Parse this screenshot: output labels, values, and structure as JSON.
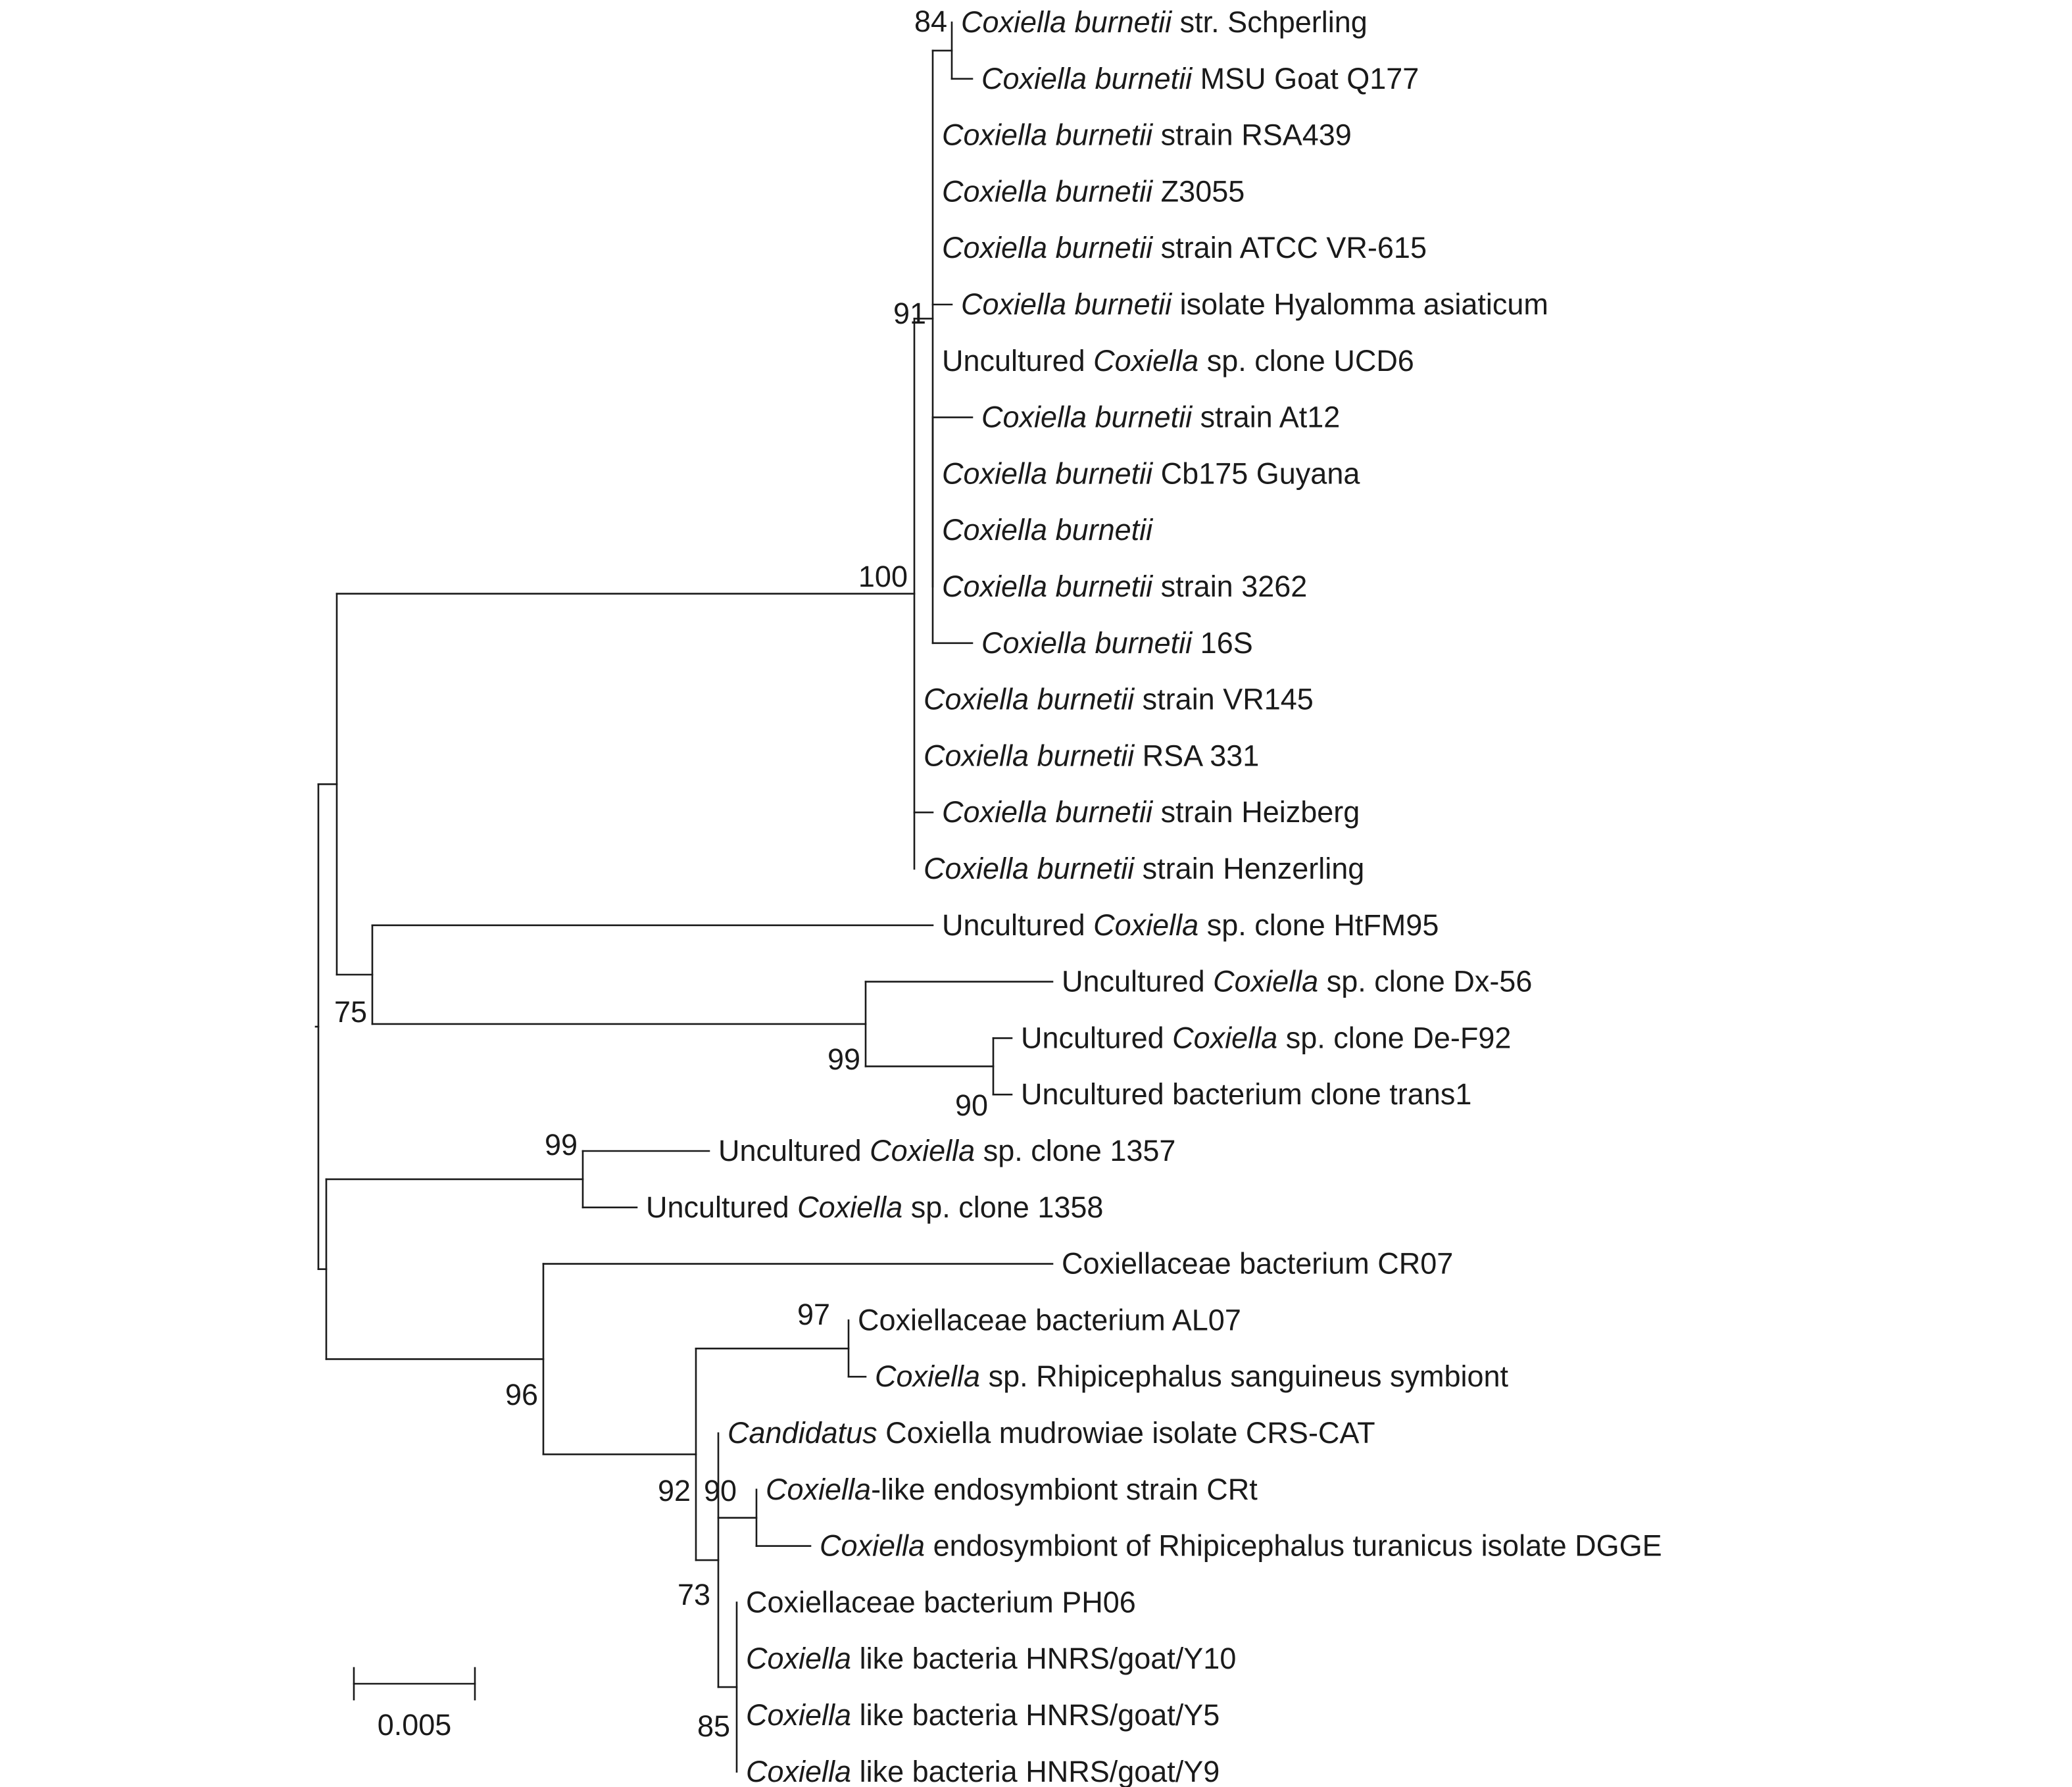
{
  "tree": {
    "leaves": [
      {
        "id": "L1",
        "parts": [
          {
            "t": "Coxiella burnetii",
            "i": true
          },
          {
            "t": " str. Schperling",
            "i": false
          }
        ]
      },
      {
        "id": "L2",
        "parts": [
          {
            "t": "Coxiella burnetii",
            "i": true
          },
          {
            "t": " MSU Goat Q177",
            "i": false
          }
        ]
      },
      {
        "id": "L3",
        "parts": [
          {
            "t": "Coxiella burnetii",
            "i": true
          },
          {
            "t": " strain RSA439",
            "i": false
          }
        ]
      },
      {
        "id": "L4",
        "parts": [
          {
            "t": "Coxiella burnetii",
            "i": true
          },
          {
            "t": " Z3055",
            "i": false
          }
        ]
      },
      {
        "id": "L5",
        "parts": [
          {
            "t": "Coxiella burnetii",
            "i": true
          },
          {
            "t": " strain ATCC VR-615",
            "i": false
          }
        ]
      },
      {
        "id": "L6",
        "parts": [
          {
            "t": "Coxiella burnetii",
            "i": true
          },
          {
            "t": " isolate Hyalomma asiaticum",
            "i": false
          }
        ]
      },
      {
        "id": "L7",
        "parts": [
          {
            "t": "Uncultured ",
            "i": false
          },
          {
            "t": "Coxiella",
            "i": true
          },
          {
            "t": " sp. clone UCD6",
            "i": false
          }
        ]
      },
      {
        "id": "L8",
        "parts": [
          {
            "t": "Coxiella burnetii",
            "i": true
          },
          {
            "t": " strain At12",
            "i": false
          }
        ]
      },
      {
        "id": "L9",
        "parts": [
          {
            "t": "Coxiella burnetii",
            "i": true
          },
          {
            "t": " Cb175 Guyana",
            "i": false
          }
        ]
      },
      {
        "id": "L10",
        "parts": [
          {
            "t": "Coxiella burnetii",
            "i": true
          }
        ]
      },
      {
        "id": "L11",
        "parts": [
          {
            "t": "Coxiella burnetii",
            "i": true
          },
          {
            "t": " strain 3262",
            "i": false
          }
        ]
      },
      {
        "id": "L12",
        "parts": [
          {
            "t": "Coxiella burnetii",
            "i": true
          },
          {
            "t": " 16S",
            "i": false
          }
        ]
      },
      {
        "id": "L13",
        "parts": [
          {
            "t": "Coxiella burnetii",
            "i": true
          },
          {
            "t": " strain VR145",
            "i": false
          }
        ]
      },
      {
        "id": "L14",
        "parts": [
          {
            "t": "Coxiella burnetii",
            "i": true
          },
          {
            "t": " RSA 331",
            "i": false
          }
        ]
      },
      {
        "id": "L15",
        "parts": [
          {
            "t": "Coxiella burnetii",
            "i": true
          },
          {
            "t": " strain Heizberg",
            "i": false
          }
        ]
      },
      {
        "id": "L16",
        "parts": [
          {
            "t": "Coxiella burnetii",
            "i": true
          },
          {
            "t": " strain Henzerling",
            "i": false
          }
        ]
      },
      {
        "id": "L17",
        "parts": [
          {
            "t": "Uncultured ",
            "i": false
          },
          {
            "t": "Coxiella",
            "i": true
          },
          {
            "t": " sp. clone HtFM95",
            "i": false
          }
        ]
      },
      {
        "id": "L18",
        "parts": [
          {
            "t": "Uncultured ",
            "i": false
          },
          {
            "t": "Coxiella",
            "i": true
          },
          {
            "t": " sp. clone Dx-56",
            "i": false
          }
        ]
      },
      {
        "id": "L19",
        "parts": [
          {
            "t": "Uncultured ",
            "i": false
          },
          {
            "t": "Coxiella",
            "i": true
          },
          {
            "t": " sp. clone De-F92",
            "i": false
          }
        ]
      },
      {
        "id": "L20",
        "parts": [
          {
            "t": "Uncultured bacterium clone trans1",
            "i": false
          }
        ]
      },
      {
        "id": "L21",
        "parts": [
          {
            "t": "Uncultured ",
            "i": false
          },
          {
            "t": "Coxiella",
            "i": true
          },
          {
            "t": " sp. clone 1357",
            "i": false
          }
        ]
      },
      {
        "id": "L22",
        "parts": [
          {
            "t": "Uncultured ",
            "i": false
          },
          {
            "t": "Coxiella",
            "i": true
          },
          {
            "t": " sp. clone 1358",
            "i": false
          }
        ]
      },
      {
        "id": "L23",
        "parts": [
          {
            "t": "Coxiellaceae bacterium CR07",
            "i": false
          }
        ]
      },
      {
        "id": "L24",
        "parts": [
          {
            "t": "Coxiellaceae bacterium AL07",
            "i": false
          }
        ]
      },
      {
        "id": "L25",
        "parts": [
          {
            "t": "Coxiella",
            "i": true
          },
          {
            "t": " sp. Rhipicephalus sanguineus symbiont",
            "i": false
          }
        ]
      },
      {
        "id": "L26",
        "parts": [
          {
            "t": "Candidatus",
            "i": true
          },
          {
            "t": " Coxiella mudrowiae isolate CRS-CAT",
            "i": false
          }
        ]
      },
      {
        "id": "L27",
        "parts": [
          {
            "t": "Coxiella",
            "i": true
          },
          {
            "t": "-like endosymbiont strain CRt",
            "i": false
          }
        ]
      },
      {
        "id": "L28",
        "parts": [
          {
            "t": "Coxiella",
            "i": true
          },
          {
            "t": " endosymbiont of Rhipicephalus turanicus isolate DGGE",
            "i": false
          }
        ]
      },
      {
        "id": "L29",
        "parts": [
          {
            "t": "Coxiellaceae bacterium PH06",
            "i": false
          }
        ]
      },
      {
        "id": "L30",
        "highlight": true,
        "parts": [
          {
            "t": "Coxiella",
            "i": true
          },
          {
            "t": " like bacteria HNRS/goat/Y10",
            "i": false
          }
        ]
      },
      {
        "id": "L31",
        "highlight": true,
        "parts": [
          {
            "t": "Coxiella",
            "i": true
          },
          {
            "t": " like bacteria HNRS/goat/Y5",
            "i": false
          }
        ]
      },
      {
        "id": "L32",
        "highlight": true,
        "parts": [
          {
            "t": "Coxiella",
            "i": true
          },
          {
            "t": " like bacteria HNRS/goat/Y9",
            "i": false
          }
        ]
      }
    ],
    "bootstrap_values": [
      {
        "node": "N_schperling",
        "value": "84"
      },
      {
        "node": "N_burnetii_sub",
        "value": "91"
      },
      {
        "node": "N_burnetii",
        "value": "100"
      },
      {
        "node": "N_ht",
        "value": "75"
      },
      {
        "node": "N_dx",
        "value": "99"
      },
      {
        "node": "N_def",
        "value": "90"
      },
      {
        "node": "N_1357",
        "value": "99"
      },
      {
        "node": "N_al07",
        "value": "97"
      },
      {
        "node": "N_cr07",
        "value": "96"
      },
      {
        "node": "N_92",
        "value": "92"
      },
      {
        "node": "N_90",
        "value": "90"
      },
      {
        "node": "N_73",
        "value": "73"
      },
      {
        "node": "N_85",
        "value": "85"
      }
    ],
    "scale_bar": {
      "label": "0.005"
    },
    "highlight_color": "#e3262b"
  }
}
